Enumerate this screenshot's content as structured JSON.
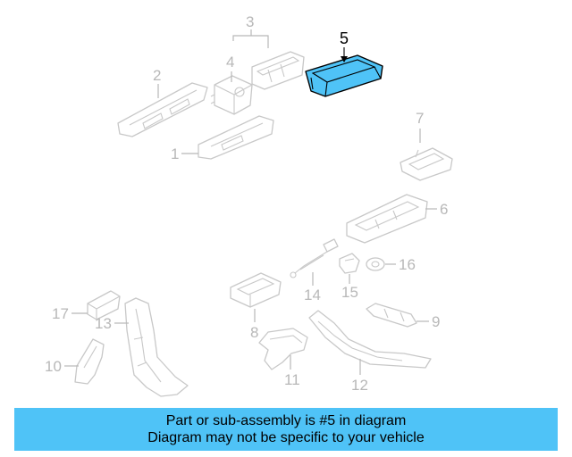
{
  "diagram": {
    "callouts": {
      "c1": "1",
      "c2": "2",
      "c3": "3",
      "c4": "4",
      "c5": "5",
      "c6": "6",
      "c7": "7",
      "c8": "8",
      "c9": "9",
      "c10": "10",
      "c11": "11",
      "c12": "12",
      "c13": "13",
      "c14": "14",
      "c15": "15",
      "c16": "16",
      "c17": "17"
    },
    "highlighted_part": "5",
    "colors": {
      "highlight": "#4fc3f7",
      "parts": "#c8c8c8",
      "banner": "#4fc3f7"
    }
  },
  "banner": {
    "line1": "Part or sub-assembly is #5 in diagram",
    "line2": "Diagram may not be specific to your vehicle"
  }
}
